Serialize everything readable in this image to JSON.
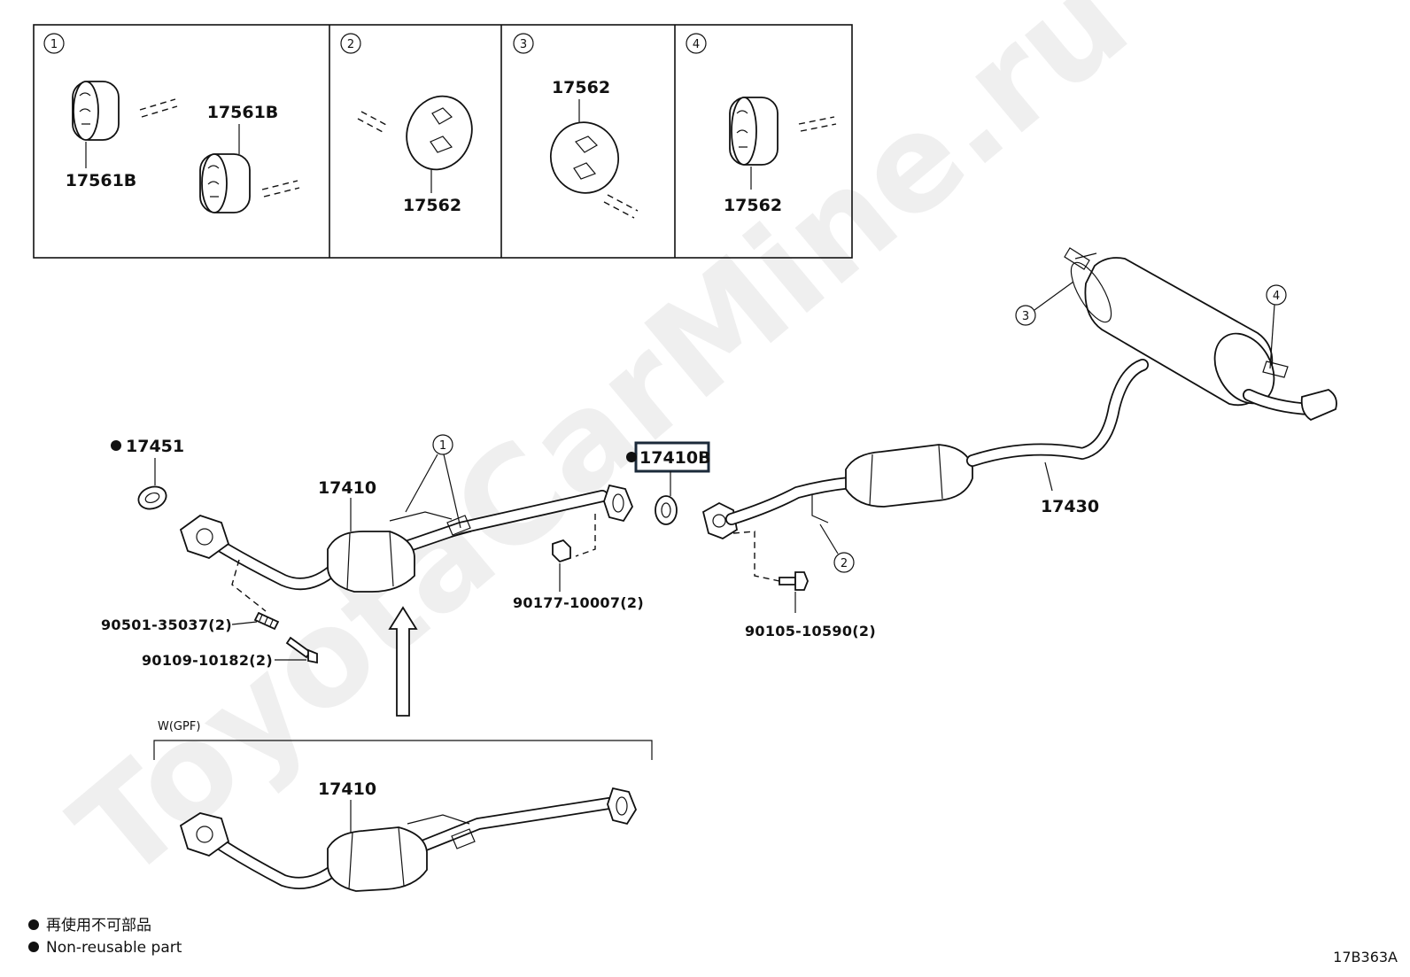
{
  "insets": [
    {
      "num": "1",
      "labels": [
        "17561B",
        "17561B"
      ]
    },
    {
      "num": "2",
      "labels": [
        "17562"
      ]
    },
    {
      "num": "3",
      "labels": [
        "17562"
      ]
    },
    {
      "num": "4",
      "labels": [
        "17562"
      ]
    }
  ],
  "parts": {
    "p17451": "17451",
    "p17410": "17410",
    "p17410b": "17410B",
    "p17430": "17430",
    "p90177": "90177-10007(2)",
    "p90501": "90501-35037(2)",
    "p90109": "90109-10182(2)",
    "p90105": "90105-10590(2)",
    "p17410_gpf": "17410"
  },
  "callouts": {
    "c1": "1",
    "c2": "2",
    "c3": "3",
    "c4": "4"
  },
  "variant_label": "W(GPF)",
  "legend": {
    "line1": "再使用不可部品",
    "line2": "Non-reusable part"
  },
  "diagram_code": "17B363A",
  "watermark": "ToyotaCarMine.ru",
  "colors": {
    "highlight_border": "#1b2a3a",
    "line": "#111111"
  }
}
